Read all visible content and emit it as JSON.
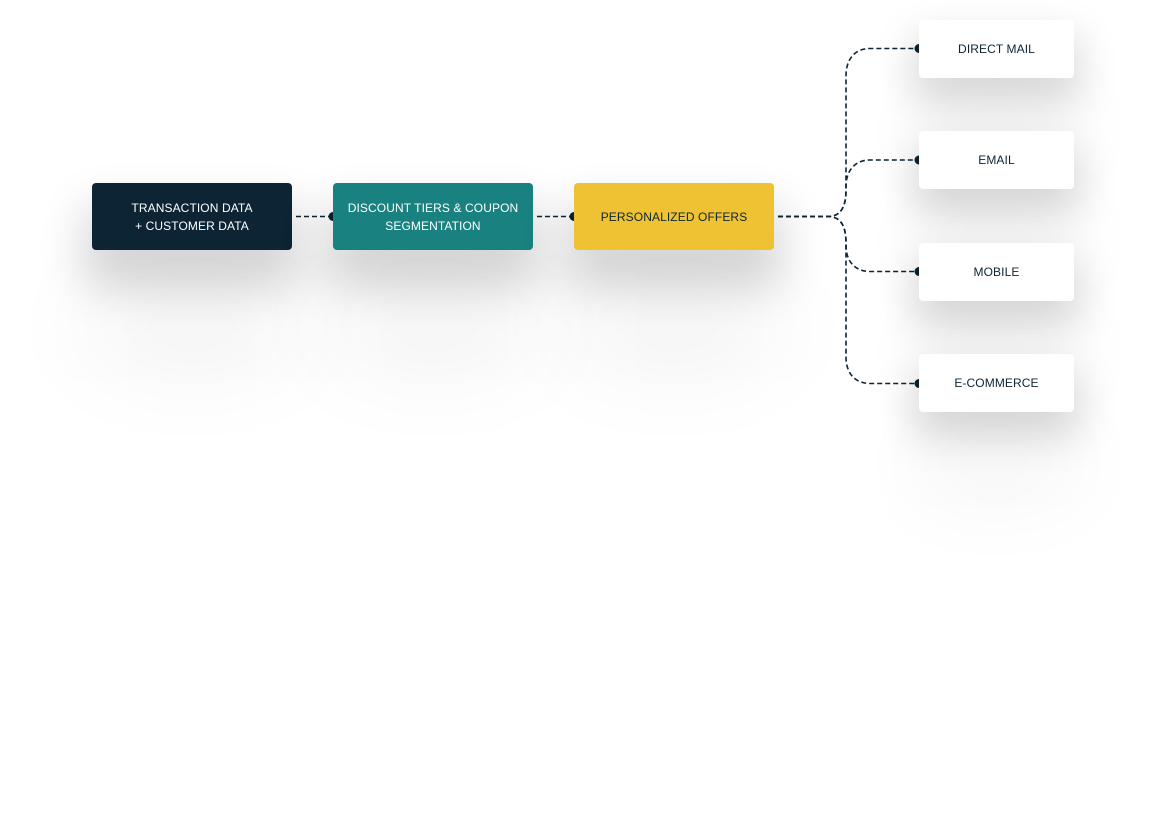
{
  "colors": {
    "navy": "#0c2433",
    "teal": "#1a8181",
    "yellow": "#efc233",
    "white": "#ffffff",
    "connector": "#0c2433"
  },
  "nodes": {
    "source": {
      "label": "TRANSACTION DATA\n+ CUSTOMER DATA",
      "color": "#0c2433",
      "text_color": "#ffffff"
    },
    "segmentation": {
      "label": "DISCOUNT TIERS & COUPON\nSEGMENTATION",
      "color": "#1a8181",
      "text_color": "#ffffff"
    },
    "offers": {
      "label": "PERSONALIZED OFFERS",
      "color": "#efc233",
      "text_color": "#0c2433"
    }
  },
  "channels": [
    {
      "label": "DIRECT MAIL"
    },
    {
      "label": "EMAIL"
    },
    {
      "label": "MOBILE"
    },
    {
      "label": "E-COMMERCE"
    }
  ],
  "edges": [
    {
      "from": "source",
      "to": "segmentation"
    },
    {
      "from": "segmentation",
      "to": "offers"
    },
    {
      "from": "offers",
      "to": "channels.0"
    },
    {
      "from": "offers",
      "to": "channels.1"
    },
    {
      "from": "offers",
      "to": "channels.2"
    },
    {
      "from": "offers",
      "to": "channels.3"
    }
  ]
}
